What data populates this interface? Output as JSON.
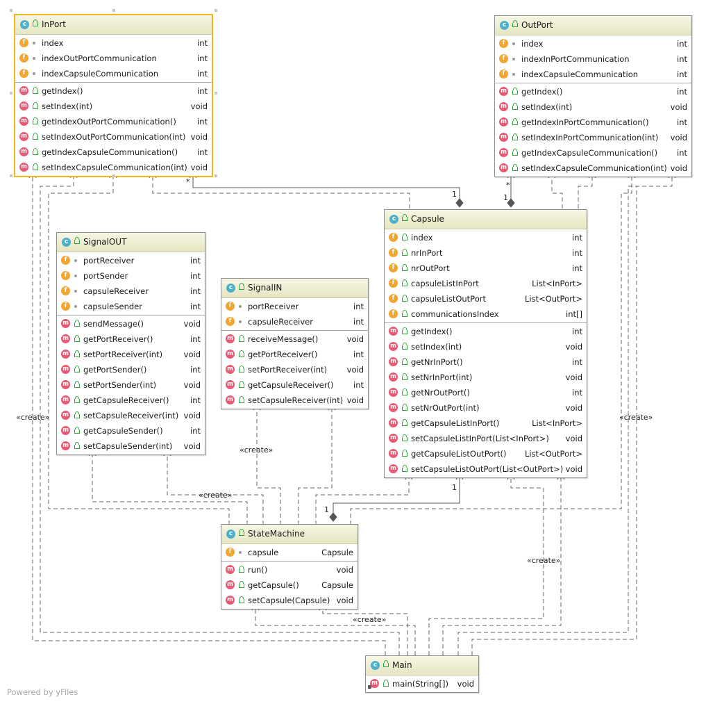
{
  "classes": [
    {
      "id": "inport",
      "name": "InPort",
      "fields": [
        {
          "name": "index",
          "type": "int",
          "vis": "pkg"
        },
        {
          "name": "indexOutPortCommunication",
          "type": "int",
          "vis": "pkg"
        },
        {
          "name": "indexCapsuleCommunication",
          "type": "int",
          "vis": "pkg"
        }
      ],
      "methods": [
        {
          "name": "getIndex()",
          "type": "int"
        },
        {
          "name": "setIndex(int)",
          "type": "void"
        },
        {
          "name": "getIndexOutPortCommunication()",
          "type": "int"
        },
        {
          "name": "setIndexOutPortCommunication(int)",
          "type": "void"
        },
        {
          "name": "getIndexCapsuleCommunication()",
          "type": "int"
        },
        {
          "name": "setIndexCapsuleCommunication(int)",
          "type": "void"
        }
      ]
    },
    {
      "id": "outport",
      "name": "OutPort",
      "fields": [
        {
          "name": "index",
          "type": "int",
          "vis": "pkg"
        },
        {
          "name": "indexInPortCommunication",
          "type": "int",
          "vis": "pkg"
        },
        {
          "name": "indexCapsuleCommunication",
          "type": "int",
          "vis": "pkg"
        }
      ],
      "methods": [
        {
          "name": "getIndex()",
          "type": "int"
        },
        {
          "name": "setIndex(int)",
          "type": "void"
        },
        {
          "name": "getIndexInPortCommunication()",
          "type": "int"
        },
        {
          "name": "setIndexInPortCommunication(int)",
          "type": "void"
        },
        {
          "name": "getIndexCapsuleCommunication()",
          "type": "int"
        },
        {
          "name": "setIndexCapsuleCommunication(int)",
          "type": "void"
        }
      ]
    },
    {
      "id": "capsule",
      "name": "Capsule",
      "fields": [
        {
          "name": "index",
          "type": "int",
          "vis": "pub"
        },
        {
          "name": "nrInPort",
          "type": "int",
          "vis": "pub"
        },
        {
          "name": "nrOutPort",
          "type": "int",
          "vis": "pub"
        },
        {
          "name": "capsuleListInPort",
          "type": "List<InPort>",
          "vis": "pub"
        },
        {
          "name": "capsuleListOutPort",
          "type": "List<OutPort>",
          "vis": "pub"
        },
        {
          "name": "communicationsIndex",
          "type": "int[]",
          "vis": "pub"
        }
      ],
      "methods": [
        {
          "name": "getIndex()",
          "type": "int"
        },
        {
          "name": "setIndex(int)",
          "type": "void"
        },
        {
          "name": "getNrInPort()",
          "type": "int"
        },
        {
          "name": "setNrInPort(int)",
          "type": "void"
        },
        {
          "name": "getNrOutPort()",
          "type": "int"
        },
        {
          "name": "setNrOutPort(int)",
          "type": "void"
        },
        {
          "name": "getCapsuleListInPort()",
          "type": "List<InPort>"
        },
        {
          "name": "setCapsuleListInPort(List<InPort>)",
          "type": "void"
        },
        {
          "name": "getCapsuleListOutPort()",
          "type": "List<OutPort>"
        },
        {
          "name": "setCapsuleListOutPort(List<OutPort>)",
          "type": "void"
        }
      ]
    },
    {
      "id": "signalout",
      "name": "SignalOUT",
      "fields": [
        {
          "name": "portReceiver",
          "type": "int",
          "vis": "pkg"
        },
        {
          "name": "portSender",
          "type": "int",
          "vis": "pkg"
        },
        {
          "name": "capsuleReceiver",
          "type": "int",
          "vis": "pkg"
        },
        {
          "name": "capsuleSender",
          "type": "int",
          "vis": "pkg"
        }
      ],
      "methods": [
        {
          "name": "sendMessage()",
          "type": "void"
        },
        {
          "name": "getPortReceiver()",
          "type": "int"
        },
        {
          "name": "setPortReceiver(int)",
          "type": "void"
        },
        {
          "name": "getPortSender()",
          "type": "int"
        },
        {
          "name": "setPortSender(int)",
          "type": "void"
        },
        {
          "name": "getCapsuleReceiver()",
          "type": "int"
        },
        {
          "name": "setCapsuleReceiver(int)",
          "type": "void"
        },
        {
          "name": "getCapsuleSender()",
          "type": "int"
        },
        {
          "name": "setCapsuleSender(int)",
          "type": "void"
        }
      ]
    },
    {
      "id": "signalin",
      "name": "SignalIN",
      "fields": [
        {
          "name": "portReceiver",
          "type": "int",
          "vis": "pkg"
        },
        {
          "name": "capsuleReceiver",
          "type": "int",
          "vis": "pkg"
        }
      ],
      "methods": [
        {
          "name": "receiveMessage()",
          "type": "void"
        },
        {
          "name": "getPortReceiver()",
          "type": "int"
        },
        {
          "name": "setPortReceiver(int)",
          "type": "void"
        },
        {
          "name": "getCapsuleReceiver()",
          "type": "int"
        },
        {
          "name": "setCapsuleReceiver(int)",
          "type": "void"
        }
      ]
    },
    {
      "id": "statemachine",
      "name": "StateMachine",
      "fields": [
        {
          "name": "capsule",
          "type": "Capsule",
          "vis": "pkg"
        }
      ],
      "methods": [
        {
          "name": "run()",
          "type": "void"
        },
        {
          "name": "getCapsule()",
          "type": "Capsule"
        },
        {
          "name": "setCapsule(Capsule)",
          "type": "void"
        }
      ]
    },
    {
      "id": "main",
      "name": "Main",
      "fields": [],
      "methods": [
        {
          "name": "main(String[])",
          "type": "void",
          "static": true
        }
      ]
    }
  ],
  "edge_labels": {
    "create_left": "«create»",
    "create_signalin": "«create»",
    "create_signalout": "«create»",
    "create_bottom": "«create»",
    "create_right_mid": "«create»",
    "create_far_right": "«create»",
    "mult_inport_star": "*",
    "mult_capsule_inport_one": "1",
    "mult_outport_star": "*",
    "mult_capsule_outport_one": "1",
    "mult_capsule_sm_one": "1",
    "mult_sm_one": "1"
  },
  "icon_letters": {
    "class": "c",
    "field": "f",
    "method": "m"
  },
  "footer": {
    "credit": "Powered by yFiles"
  },
  "colors": {
    "selected_border": "#f0b61a",
    "class_icon": "#4fb0c9",
    "field_icon": "#f2a531",
    "method_icon": "#e85a74",
    "header_bg": "#eeeed4"
  }
}
